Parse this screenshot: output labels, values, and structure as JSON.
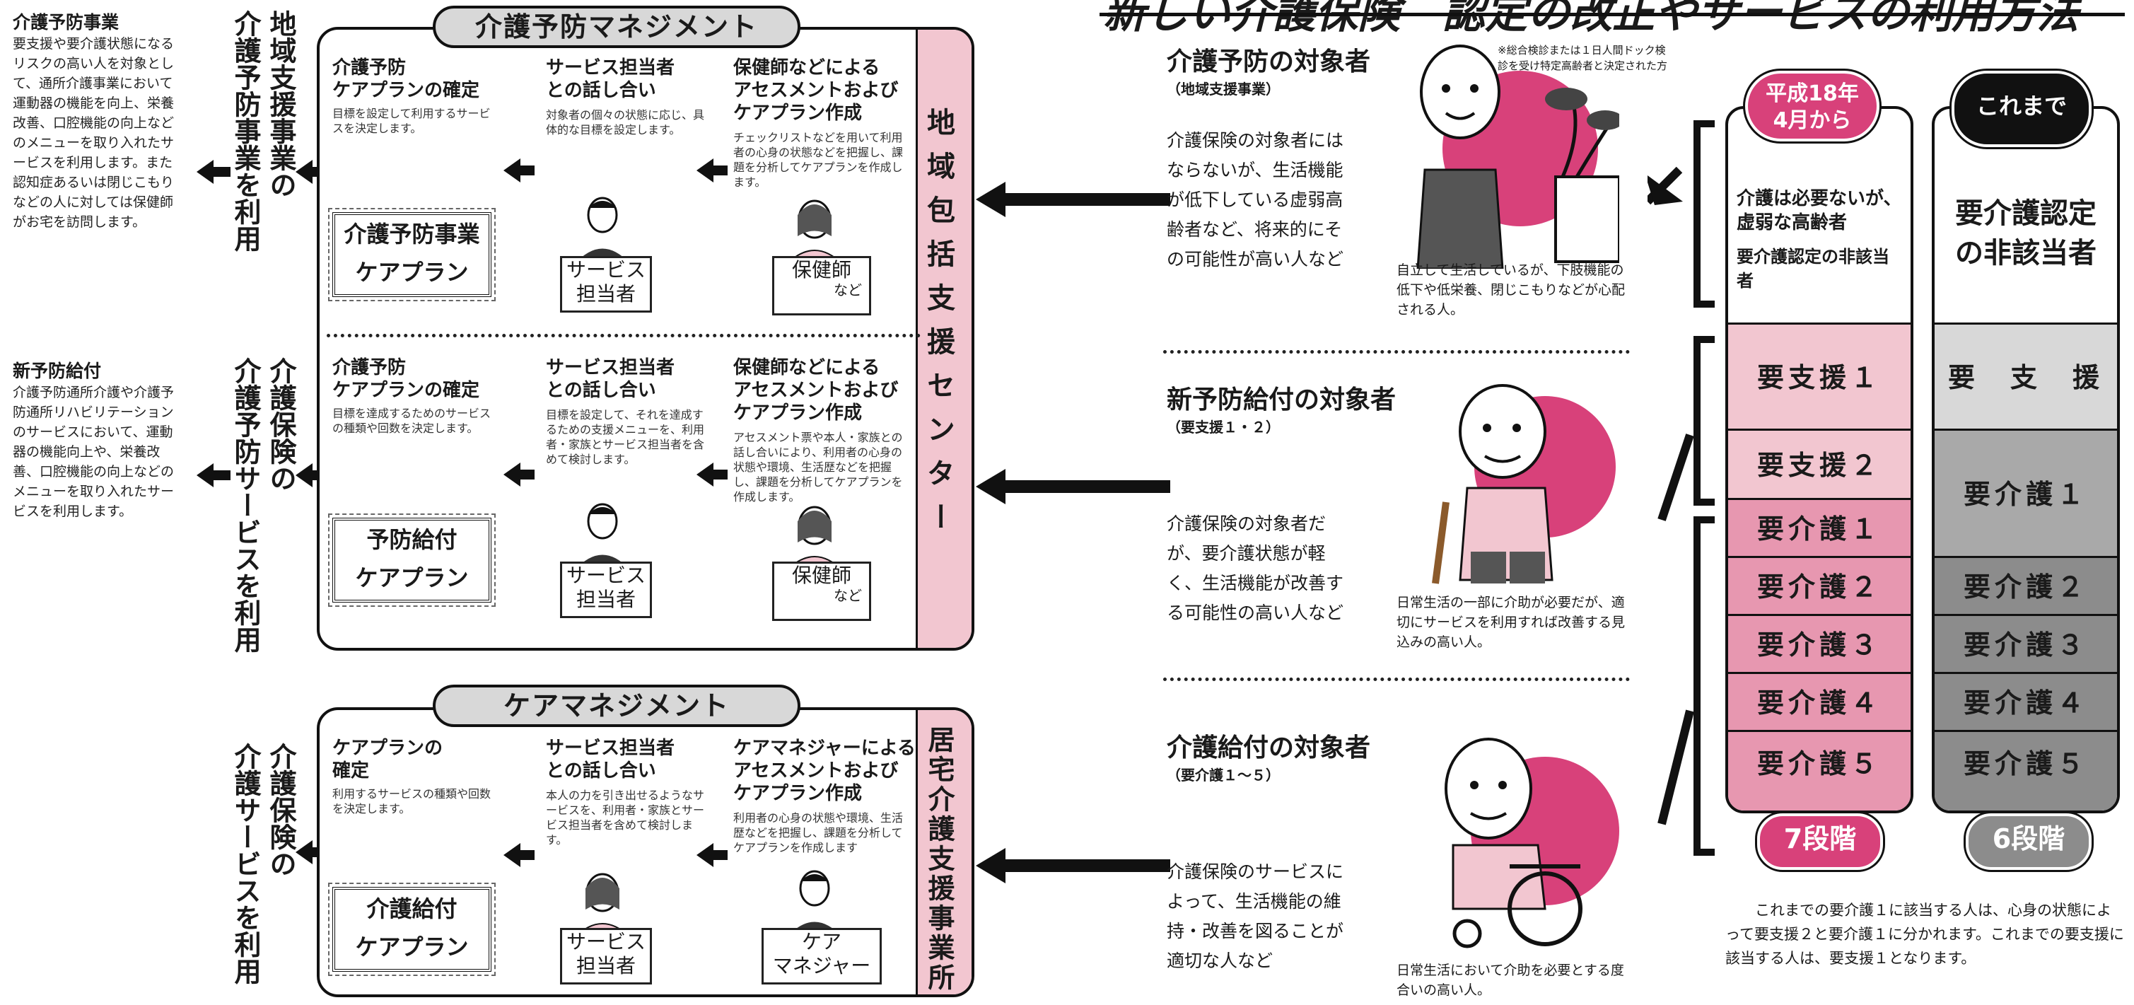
{
  "page_title": "新しい介護保険　認定の改正やサービスの利用方法",
  "left": {
    "prevention_title": "介護予防事業",
    "prevention_body": "要支援や要介護状態になるリスクの高い人を対象として、通所介護事業において運動器の機能を向上、栄養改善、口腔機能の向上などのメニューを取り入れたサービスを利用します。また認知症あるいは閉じこもりなどの人に対しては保健師がお宅を訪問します。",
    "benefit_title": "新予防給付",
    "benefit_body": "介護予防通所介護や介護予防通所リハビリテーションのサービスにおいて、運動器の機能向上や、栄養改善、口腔機能の向上などのメニューを取り入れたサービスを利用します。",
    "vert_1a": "地域支援事業の",
    "vert_1b": "介護予防事業を利用",
    "vert_2a": "介護保険の",
    "vert_2b": "介護予防サービスを利用",
    "vert_3a": "介護保険の",
    "vert_3b": "介護サービスを利用"
  },
  "prevention_mgmt": {
    "title": "介護予防マネジメント",
    "side_label": "地域包括支援センター",
    "row1": {
      "step1_title": "介護予防\nケアプランの確定",
      "step1_body": "目標を設定して利用するサービスを決定します。",
      "step2_title": "サービス担当者\nとの話し合い",
      "step2_body": "対象者の個々の状態に応じ、具体的な目標を設定します。",
      "step3_title": "保健師などによる\nアセスメントおよび\nケアプラン作成",
      "step3_body": "チェックリストなどを用いて利用者の心身の状態などを把握し、課題を分析してケアプランを作成します。",
      "plan_line1": "介護予防事業",
      "plan_line2": "ケアプラン",
      "sign_staff": "サービス\n担当者",
      "sign_nurse_a": "保健師",
      "sign_nurse_b": "など"
    },
    "row2": {
      "step1_title": "介護予防\nケアプランの確定",
      "step1_body": "目標を達成するためのサービスの種類や回数を決定します。",
      "step2_title": "サービス担当者\nとの話し合い",
      "step2_body": "目標を設定して、それを達成するための支援メニューを、利用者・家族とサービス担当者を含めて検討します。",
      "step3_title": "保健師などによる\nアセスメントおよび\nケアプラン作成",
      "step3_body": "アセスメント票や本人・家族との話し合いにより、利用者の心身の状態や環境、生活歴などを把握し、課題を分析してケアプランを作成します。",
      "plan_line1": "予防給付",
      "plan_line2": "ケアプラン",
      "sign_staff": "サービス\n担当者",
      "sign_nurse_a": "保健師",
      "sign_nurse_b": "など"
    }
  },
  "care_mgmt": {
    "title": "ケアマネジメント",
    "side_label": "居宅介護支援事業所",
    "step1_title": "ケアプランの\n確定",
    "step1_body": "利用するサービスの種類や回数を決定します。",
    "step2_title": "サービス担当者\nとの話し合い",
    "step2_body": "本人の力を引き出せるようなサービスを、利用者・家族とサービス担当者を含めて検討します。",
    "step3_title": "ケアマネジャーによる\nアセスメントおよび\nケアプラン作成",
    "step3_body": "利用者の心身の状態や環境、生活歴などを把握し、課題を分析してケアプランを作成します",
    "plan_line1": "介護給付",
    "plan_line2": "ケアプラン",
    "sign_staff": "サービス\n担当者",
    "sign_care": "ケア\nマネジャー"
  },
  "targets": {
    "t1_head": "介護予防の対象者",
    "t1_sub": "（地域支援事業）",
    "t1_note": "※総合検診または１日人間ドック検診を受け特定高齢者と決定された方です。",
    "t1_desc": "介護保険の対象者にはならないが、生活機能が低下している虚弱高齢者など、将来的にその可能性が高い人など",
    "t1_caption": "自立して生活しているが、下肢機能の低下や低栄養、閉じこもりなどが心配される人。",
    "t2_head": "新予防給付の対象者",
    "t2_sub": "（要支援１・２）",
    "t2_desc": "介護保険の対象者だが、要介護状態が軽く、生活機能が改善する可能性の高い人など",
    "t2_caption": "日常生活の一部に介助が必要だが、適切にサービスを利用すれば改善する見込みの高い人。",
    "t3_head": "介護給付の対象者",
    "t3_sub": "（要介護１〜５）",
    "t3_desc": "介護保険のサービスによって、生活機能の維持・改善を図ることが適切な人など",
    "t3_caption": "日常生活において介助を必要とする度合いの高い人。"
  },
  "levels": {
    "new_badge": "平成18年\n4月から",
    "old_badge": "これまで",
    "new_top_1": "介護は必要ないが、虚弱な高齢者",
    "new_top_2": "要介護認定の非該当者",
    "old_top": "要介護認定\nの非該当者",
    "new_cells": [
      "要支援１",
      "要支援２",
      "要介護１",
      "要介護２",
      "要介護３",
      "要介護４",
      "要介護５"
    ],
    "old_cells": [
      "要　支　援",
      "要介護１",
      "要介護２",
      "要介護３",
      "要介護４",
      "要介護５"
    ],
    "new_count": "7段階",
    "old_count": "6段階",
    "footnote": "これまでの要介護１に該当する人は、心身の状態によって要支援２と要介護１に分かれます。これまでの要支援に該当する人は、要支援１となります。"
  },
  "colors": {
    "pink": "#f2c6d0",
    "accent": "#d8417a",
    "dark_gray": "#8c8c8c",
    "light_gray": "#d8d8d8"
  }
}
